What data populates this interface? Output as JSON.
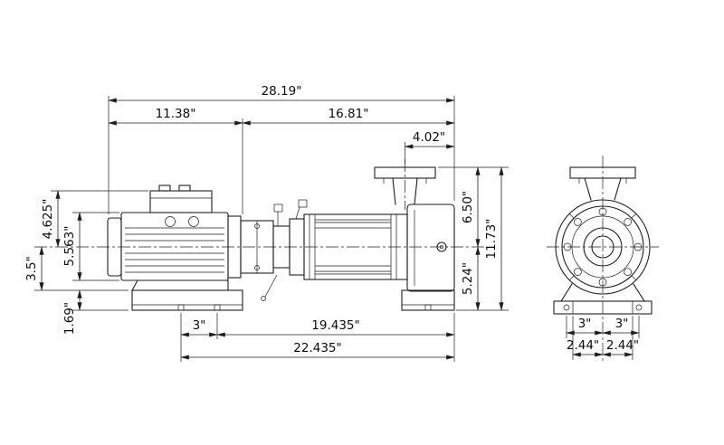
{
  "colors": {
    "line": "#1f1f1f",
    "background": "#ffffff"
  },
  "side_view": {
    "top": {
      "overall": "28.19\"",
      "motor_section": "11.38\"",
      "pump_section": "16.81\"",
      "flange_to_end": "4.02\""
    },
    "left": {
      "box_to_centerline": "4.625\"",
      "motor_diameter": "5.563\"",
      "centerline_to_base": "3.5\"",
      "base_height": "1.69\""
    },
    "right": {
      "centerline_to_flange_top": "6.50\"",
      "overall_height": "11.73\"",
      "centerline_to_bottom": "5.24\""
    },
    "bottom": {
      "bolt_spacing": "3\"",
      "bolt_to_end": "19.435\"",
      "base_length": "22.435\""
    }
  },
  "end_view": {
    "bolt_left": "3\"",
    "bolt_right": "3\"",
    "foot_left": "2.44\"",
    "foot_right": "2.44\""
  }
}
